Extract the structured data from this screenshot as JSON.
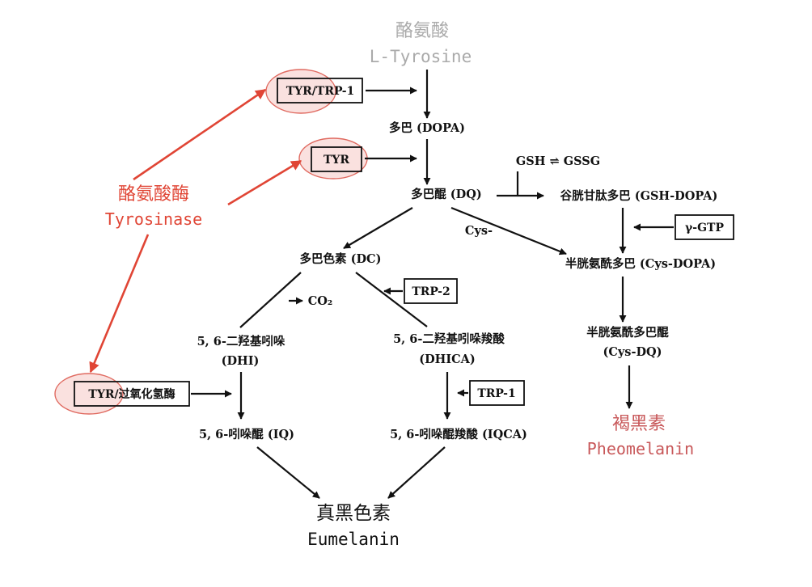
{
  "source": {
    "zh": "酪氨酸",
    "en": "L-Tyrosine"
  },
  "enzyme_label": {
    "zh": "酪氨酸酶",
    "en": "Tyrosinase"
  },
  "boxes": {
    "tyr_trp1": "TYR/TRP-1",
    "tyr": "TYR",
    "trp2": "TRP-2",
    "gamma_gtp": "γ-GTP",
    "tyr_peroxidase": "TYR/过氧化氢酶",
    "trp1": "TRP-1"
  },
  "nodes": {
    "dopa": "多巴 (DOPA)",
    "gsh_pair": "GSH ⇌ GSSG",
    "dq": "多巴醌 (DQ)",
    "gsh_dopa": "谷胱甘肽多巴 (GSH-DOPA)",
    "cys": "Cys-",
    "dc": "多巴色素 (DC)",
    "cys_dopa": "半胱氨酰多巴 (Cys-DOPA)",
    "co2": "CO₂",
    "dhi_zh": "5, 6-二羟基吲哚",
    "dhi_abbr": "(DHI)",
    "dhica_zh": "5, 6-二羟基吲哚羧酸",
    "dhica_abbr": "(DHICA)",
    "cys_dq_zh": "半胱氨酰多巴醌",
    "cys_dq_abbr": "(Cys-DQ)",
    "iq": "5, 6-吲哚醌 (IQ)",
    "iqca": "5, 6-吲哚醌羧酸 (IQCA)"
  },
  "pheomelanin": {
    "zh": "褐黑素",
    "en": "Pheomelanin"
  },
  "eumelanin": {
    "zh": "真黑色素",
    "en": "Eumelanin"
  },
  "colors": {
    "enzyme_red": "#e04535",
    "pheomelanin_red": "#c8585a",
    "source_gray": "#aaaaaa",
    "line_black": "#111111"
  }
}
